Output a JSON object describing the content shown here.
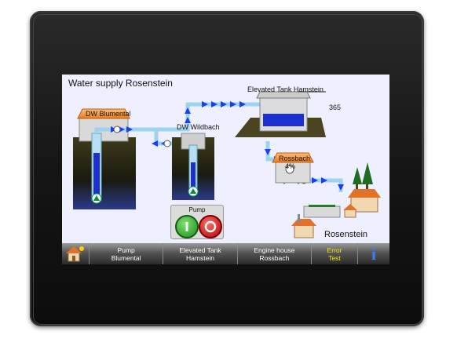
{
  "screen": {
    "title": "Water supply Rosenstein",
    "labels": {
      "dw_blumental": "DW Blumental",
      "dw_wildbach": "DW Wildbach",
      "elevated_tank": "Elevated Tank Hamstein",
      "tank_level": "365",
      "rossbach": "Rossbach",
      "rossbach_pct": "4%",
      "rosenstein": "Rosenstein",
      "pump_panel": "Pump"
    }
  },
  "navbar": {
    "items": [
      {
        "line1": "Pump",
        "line2": "Blumental"
      },
      {
        "line1": "Elevated Tank",
        "line2": "Hamstein"
      },
      {
        "line1": "Engine house",
        "line2": "Rossbach"
      }
    ],
    "error_line1": "Error",
    "error_line2": "Test",
    "info_symbol": "i"
  },
  "icons": {
    "home": "home-icon",
    "info": "info-icon",
    "pump_on": "power-on-icon",
    "pump_off": "power-off-icon"
  },
  "colors": {
    "pipe": "#9ed3f0",
    "flow": "#1a3cff",
    "water": "#2a3ad8",
    "roof": "#f39a3c",
    "nav_error": "#ffe600"
  }
}
